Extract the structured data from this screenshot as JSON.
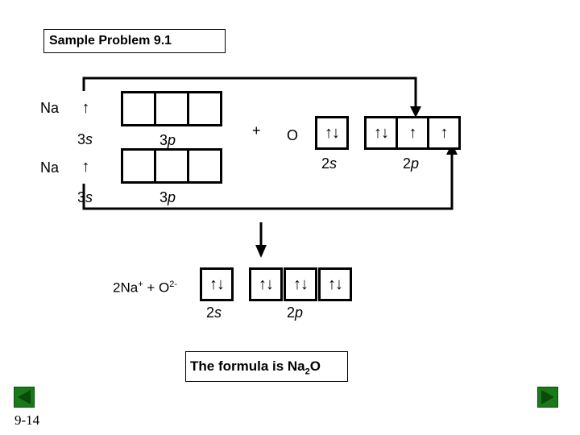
{
  "title": "Sample Problem 9.1",
  "na1": {
    "label": "Na",
    "s_arrow": "↑",
    "p_arrows": [
      "",
      "",
      ""
    ],
    "s_label_num": "3",
    "s_label_letter": "s",
    "p_label_num": "3",
    "p_label_letter": "p"
  },
  "na2": {
    "label": "Na",
    "s_arrow": "↑",
    "p_arrows": [
      "",
      "",
      ""
    ],
    "s_label_num": "3",
    "s_label_letter": "s",
    "p_label_num": "3",
    "p_label_letter": "p"
  },
  "plus": "+",
  "oxygen": {
    "label": "O",
    "s_arrows": "↑↓",
    "p_arrows": [
      "↑↓",
      "↑",
      "↑"
    ],
    "s_label_num": "2",
    "s_label_letter": "s",
    "p_label_num": "2",
    "p_label_letter": "p"
  },
  "product": {
    "label_main": "2Na",
    "label_na_charge": "+",
    "label_plus": " + O",
    "label_o_charge": "2-",
    "s_arrows": "↑↓",
    "p_arrows": [
      "↑↓",
      "↑↓",
      "↑↓"
    ],
    "s_label_num": "2",
    "s_label_letter": "s",
    "p_label_num": "2",
    "p_label_letter": "p"
  },
  "formula": {
    "prefix": "The formula is Na",
    "sub": "2",
    "suffix": "O"
  },
  "page_number": "9-14",
  "colors": {
    "nav_button": "#1a7a1a",
    "nav_button_dark": "#0b4a0b"
  }
}
